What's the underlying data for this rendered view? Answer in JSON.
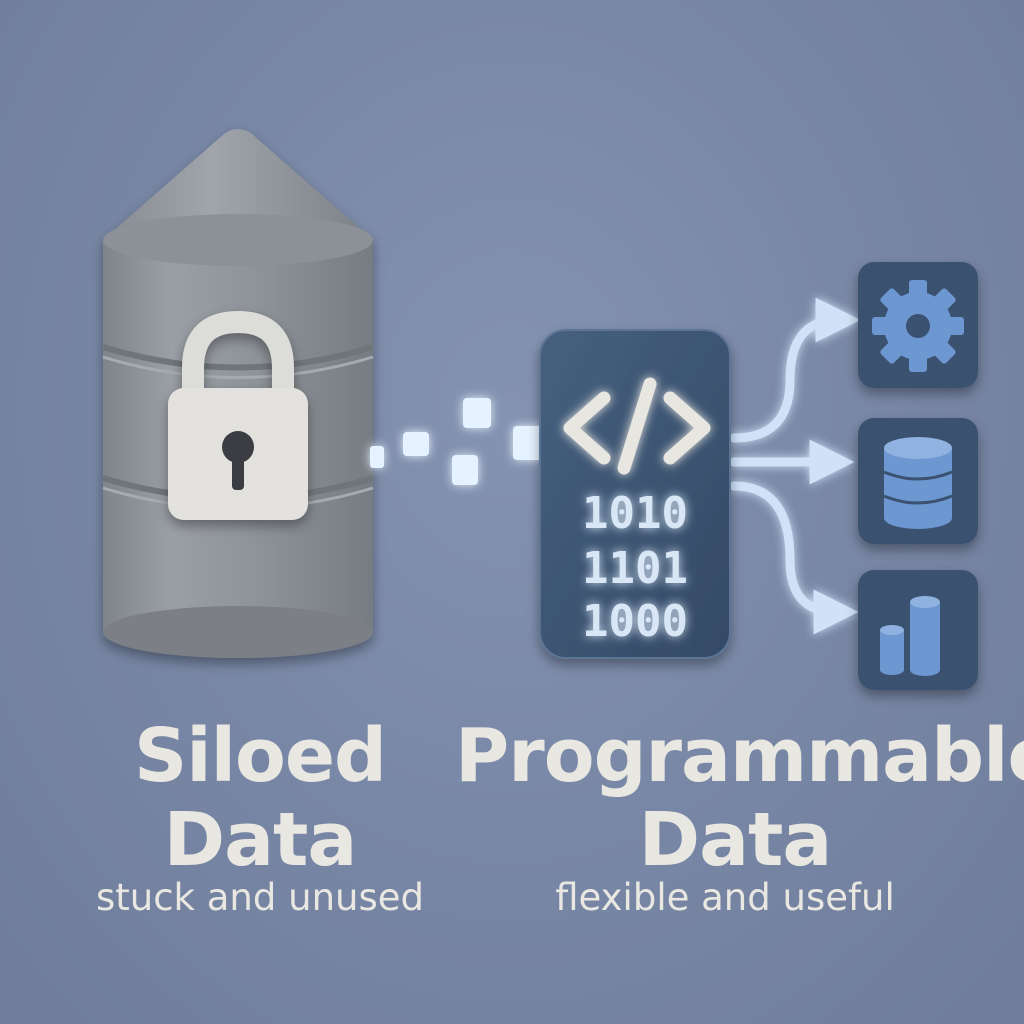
{
  "siloed": {
    "title_line1": "Siloed",
    "title_line2": "Data",
    "subtitle": "stuck and unused"
  },
  "programmable": {
    "title_line1": "Programmable",
    "title_line2": "Data",
    "subtitle": "flexible and useful",
    "code_symbol": "</>",
    "binary_line1": "1010",
    "binary_line2": "1101",
    "binary_line3": "1000"
  },
  "outputs": {
    "icons": [
      "gear-icon",
      "database-icon",
      "bar-chart-icon"
    ]
  },
  "colors": {
    "background": "#7786a4",
    "silo": "#8f949a",
    "panel": "#3e5573",
    "glow": "#e8f4ff",
    "text": "#e9e7e1"
  }
}
